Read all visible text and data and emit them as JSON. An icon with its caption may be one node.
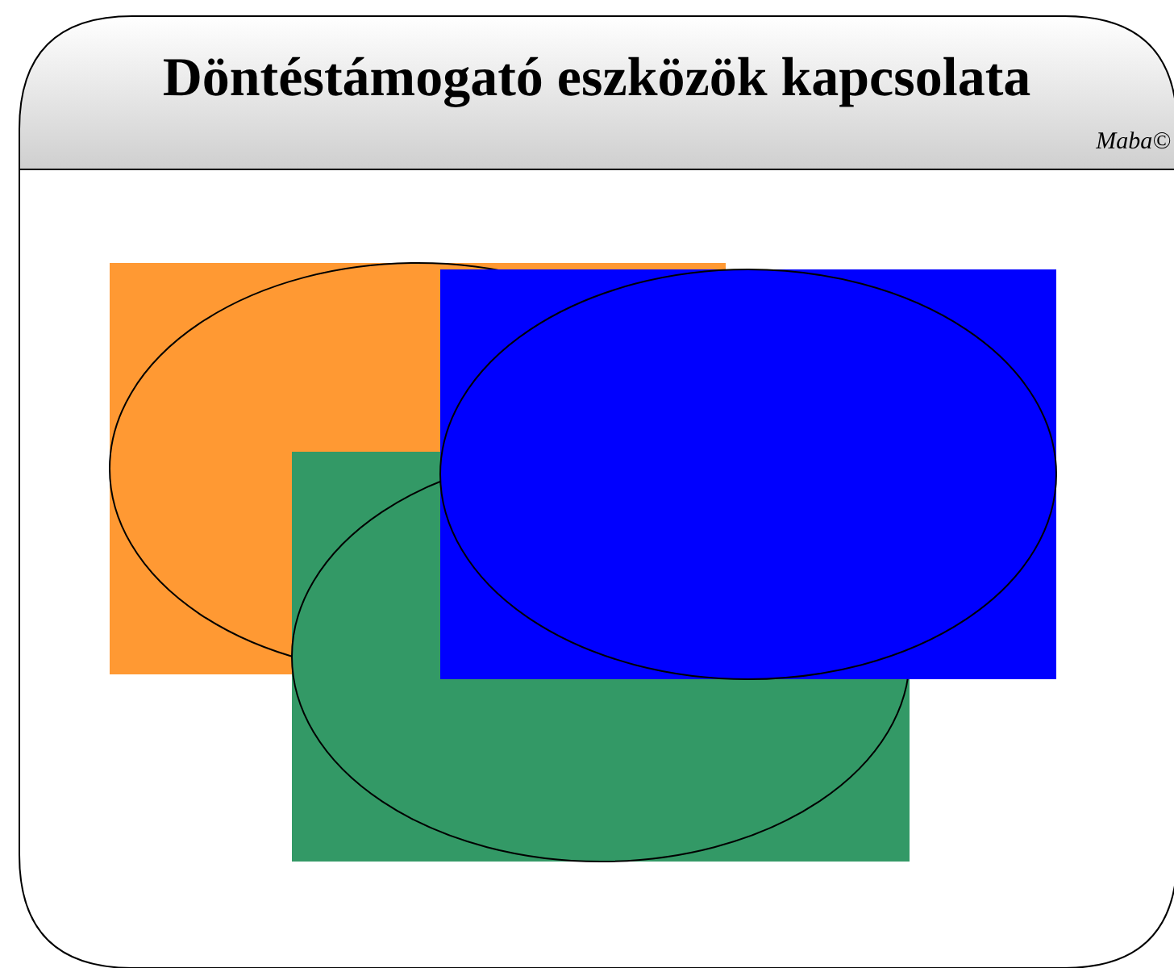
{
  "diagram": {
    "title": "Döntéstámogató eszközök kapcsolata",
    "nodes": [
      {
        "text": [],
        "shape": "box"
      },
      {
        "text": [],
        "shape": "box"
      },
      {
        "text": [],
        "shape": "box"
      }
    ],
    "labels": [
      "Maba©"
    ]
  }
}
